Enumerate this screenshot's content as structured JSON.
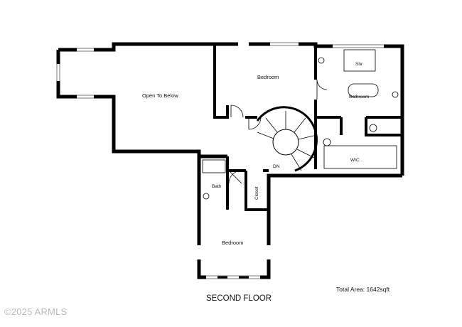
{
  "plan": {
    "floor_title": "SECOND FLOOR",
    "total_area": "Total Area: 1642sqft",
    "watermark": "©2025 ARMLS",
    "rooms": {
      "open_to_below": "Open To Below",
      "bedroom_upper": "Bedroom",
      "bathroom": "Bathroom",
      "shower": "Shr",
      "wic": "WIC",
      "stair_down": "DN",
      "bath": "Bath",
      "closet": "Closet",
      "bedroom_lower": "Bedroom"
    }
  }
}
